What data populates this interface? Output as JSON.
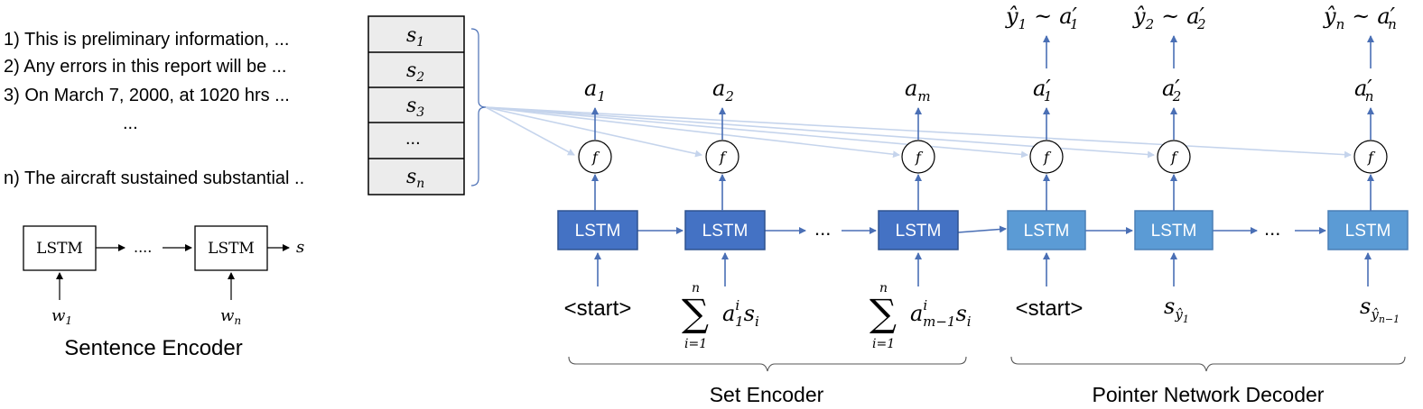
{
  "sentences": [
    "1) This is preliminary information, ...",
    "2) Any errors in this report will be ...",
    "3) On March 7, 2000, at 1020 hrs ...",
    "...",
    "n) The aircraft sustained substantial .."
  ],
  "stack": {
    "cells": [
      {
        "base": "s",
        "sub": "1"
      },
      {
        "base": "s",
        "sub": "2"
      },
      {
        "base": "s",
        "sub": "3"
      },
      {
        "base": "...",
        "sub": ""
      },
      {
        "base": "s",
        "sub": "n"
      }
    ]
  },
  "sentence_encoder": {
    "cell_label": "LSTM",
    "dots": "....",
    "output": "s",
    "inputs": [
      {
        "base": "w",
        "sub": "1"
      },
      {
        "base": "w",
        "sub": "n"
      }
    ],
    "caption": "Sentence Encoder"
  },
  "lstm_label": "LSTM",
  "f_label": "f",
  "chain_dots": "...",
  "start_token": "<start>",
  "encoder_outputs": [
    {
      "base": "a",
      "sub": "1"
    },
    {
      "base": "a",
      "sub": "2"
    },
    {
      "base": "a",
      "sub": "m"
    }
  ],
  "encoder_sums": [
    {
      "sup": "n",
      "sigma": "∑",
      "low": "i=1",
      "term": "a",
      "term_sup": "i",
      "term_sub": "1",
      "tail": "s",
      "tail_sub": "i"
    },
    {
      "sup": "n",
      "sigma": "∑",
      "low": "i=1",
      "term": "a",
      "term_sup": "i",
      "term_sub": "m−1",
      "tail": "s",
      "tail_sub": "i"
    }
  ],
  "decoder_outputs": [
    {
      "base": "a′",
      "sub": "1"
    },
    {
      "base": "a′",
      "sub": "2"
    },
    {
      "base": "a′",
      "sub": "n"
    }
  ],
  "decoder_top": [
    {
      "yhat": "ŷ",
      "ysub": "1",
      "tilde": "~",
      "a": "a′",
      "asub": "1"
    },
    {
      "yhat": "ŷ",
      "ysub": "2",
      "tilde": "~",
      "a": "a′",
      "asub": "2"
    },
    {
      "yhat": "ŷ",
      "ysub": "n",
      "tilde": "~",
      "a": "a′",
      "asub": "n"
    }
  ],
  "decoder_inputs": [
    {
      "base": "s",
      "sub": "ŷ",
      "subsub": "1"
    },
    {
      "base": "s",
      "sub": "ŷ",
      "subsub": "n−1"
    }
  ],
  "sections": {
    "set_encoder": "Set Encoder",
    "pointer_decoder": "Pointer Network Decoder"
  },
  "colors": {
    "encoder_lstm": "#4472c4",
    "decoder_lstm": "#5b9bd5",
    "arrow": "#4a6fb5",
    "attention": "#c5d4ec",
    "stack_fill": "#ececec"
  }
}
